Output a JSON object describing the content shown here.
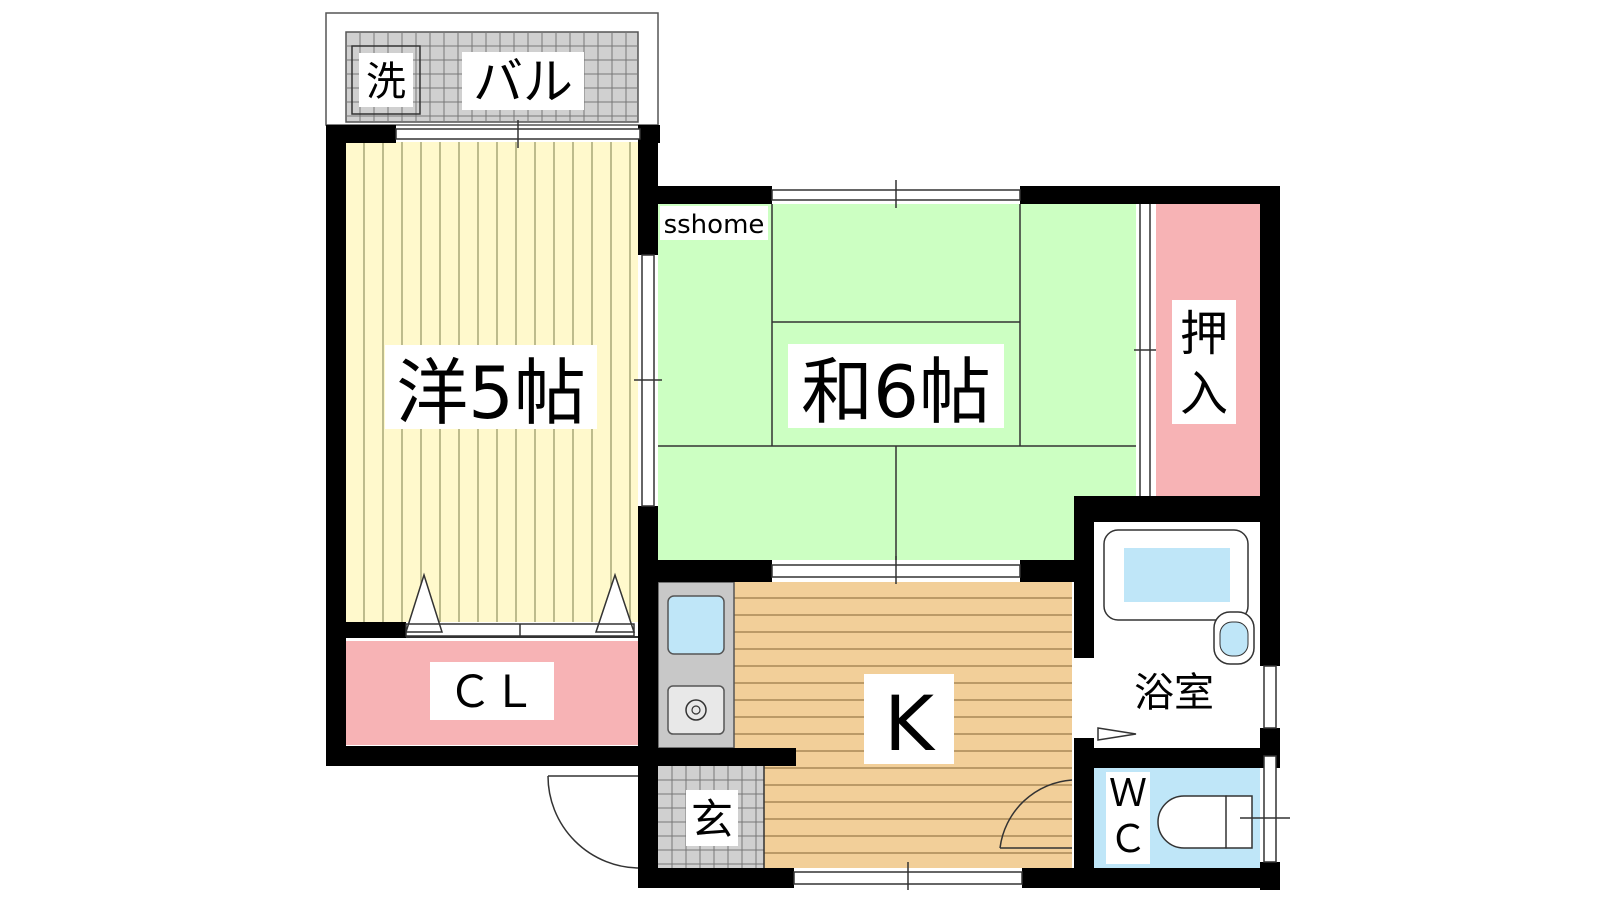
{
  "floorplan": {
    "watermark": "sshome",
    "rooms": {
      "western": "洋5帖",
      "japanese": "和6帖",
      "kitchen": "K",
      "closet": "ＣＬ",
      "oshiire_top": "押",
      "oshiire_bottom": "入",
      "bath": "浴室",
      "wc_top": "Ｗ",
      "wc_bottom": "Ｃ",
      "entrance": "玄",
      "balcony": "バル",
      "washer": "洗"
    }
  },
  "colors": {
    "wall": "#000000",
    "western_floor": "#fff9cc",
    "western_lines": "#9a9a6a",
    "tatami": "#ccffc2",
    "storage": "#f7b3b5",
    "kitchen_floor": "#f2cf99",
    "kitchen_lines": "#9a7a4a",
    "tile": "#d0d0d0",
    "water": "#bfe6f8",
    "label_bg": "#ffffff"
  }
}
